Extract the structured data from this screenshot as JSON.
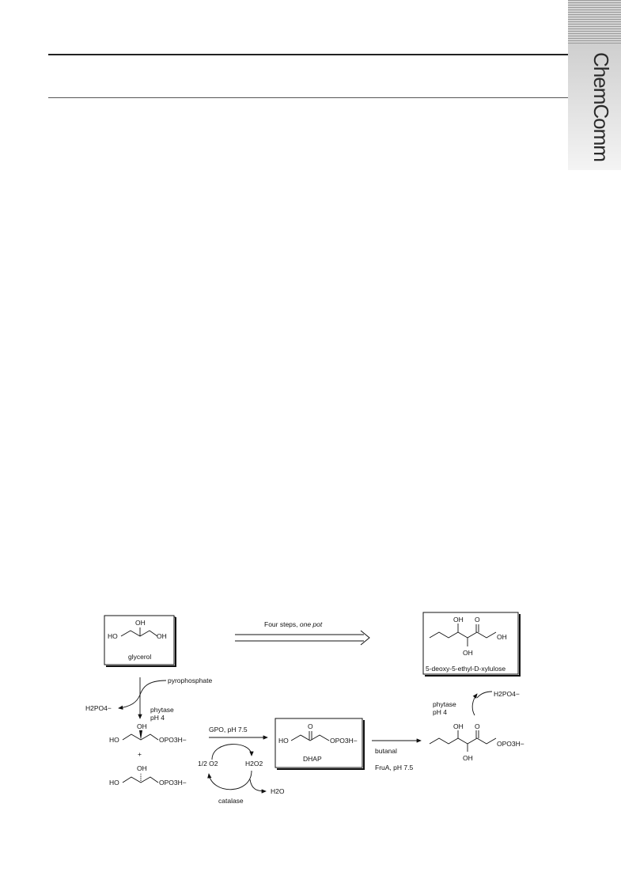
{
  "journal": {
    "tab_label": "ChemComm"
  },
  "scheme": {
    "top_arrow_label_prefix": "Four steps, ",
    "top_arrow_label_italic": "one pot",
    "glycerol": {
      "name": "glycerol",
      "ho": "HO",
      "oh_top": "OH",
      "oh_right": "OH"
    },
    "product": {
      "name": "5-deoxy-5-ethyl-D-xylulose",
      "oh_top": "OH",
      "o_top": "O",
      "oh_bottom": "OH",
      "oh_right": "OH"
    },
    "pyrophosphate": "pyrophosphate",
    "h2po4_left": "H2PO4−",
    "phytase_left": [
      "phytase",
      "pH 4"
    ],
    "g3p_top": {
      "ho": "HO",
      "oh": "OH",
      "opo3h": "OPO3H−"
    },
    "plus": "+",
    "g3p_bottom": {
      "ho": "HO",
      "oh": "OH",
      "opo3h": "OPO3H−"
    },
    "gpo_label": "GPO, pH 7.5",
    "half_o2": "1/2 O2",
    "h2o2": "H2O2",
    "h2o": "H2O",
    "catalase": "catalase",
    "dhap": {
      "name": "DHAP",
      "ho": "HO",
      "o": "O",
      "opo3h": "OPO3H−"
    },
    "butanal": "butanal",
    "frua": "FruA, pH 7.5",
    "phytase_right": [
      "phytase",
      "pH 4"
    ],
    "h2po4_right": "H2PO4−",
    "aldol_product": {
      "oh_top": "OH",
      "o_top": "O",
      "oh_bottom": "OH",
      "opo3h": "OPO3H−"
    }
  }
}
